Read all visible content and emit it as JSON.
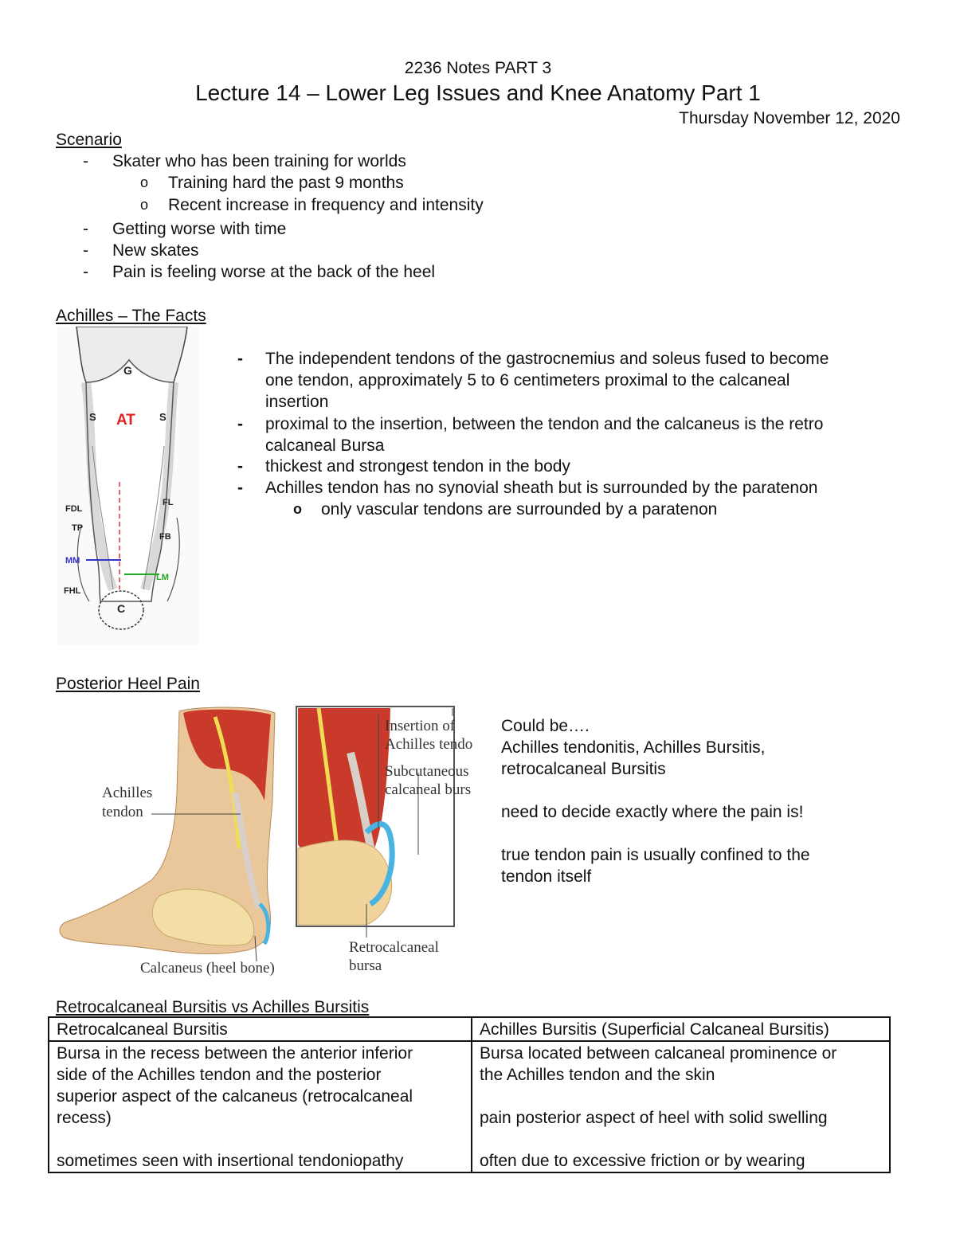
{
  "header": {
    "course": "2236 Notes PART 3",
    "title": "Lecture 14 – Lower Leg Issues and Knee Anatomy Part 1",
    "date": "Thursday November 12, 2020"
  },
  "scenario": {
    "heading": "Scenario",
    "items": [
      "Skater who has been training for worlds",
      "Training hard the past 9 months",
      "Recent increase in frequency and intensity",
      "Getting worse with time",
      "New skates",
      "Pain is feeling worse at the back of the heel"
    ]
  },
  "achilles": {
    "heading": "Achilles – The Facts",
    "diagram_labels": {
      "g": "G",
      "at": "AT",
      "s_left": "S",
      "s_right": "S",
      "fdl": "FDL",
      "tp": "TP",
      "mm": "MM",
      "fhl": "FHL",
      "fl": "FL",
      "fb": "FB",
      "lm": "LM",
      "c": "C"
    },
    "facts": [
      [
        "The independent tendons of the gastrocnemius and soleus fused to become",
        "one tendon, approximately 5 to 6 centimeters proximal to the calcaneal",
        "insertion"
      ],
      [
        "proximal to the insertion, between the tendon and the calcaneus is the retro",
        "calcaneal Bursa"
      ],
      [
        "thickest and strongest tendon in the body"
      ],
      [
        "Achilles tendon has no synovial sheath but is surrounded by the paratenon"
      ]
    ],
    "subfact": "only vascular tendons are surrounded by a paratenon"
  },
  "heel_pain": {
    "heading": "Posterior Heel Pain",
    "figure_labels": {
      "achilles_tendon_1": "Achilles",
      "achilles_tendon_2": "tendon",
      "calcaneus": "Calcaneus (heel bone)",
      "insertion_1": "Insertion of",
      "insertion_2": "Achilles tendo",
      "subcutaneous_1": "Subcutaneous",
      "subcutaneous_2": "calcaneal burs",
      "retro_1": "Retrocalcaneal",
      "retro_2": "bursa"
    },
    "notes": [
      "Could be….",
      "Achilles tendonitis, Achilles Bursitis,",
      "retrocalcaneal Bursitis",
      "need to decide exactly where the pain is!",
      "true tendon pain is usually confined to the",
      "tendon itself"
    ]
  },
  "comparison": {
    "heading": "Retrocalcaneal Bursitis vs Achilles Bursitis",
    "columns": [
      "Retrocalcaneal Bursitis",
      "Achilles Bursitis (Superficial Calcaneal Bursitis)"
    ],
    "left": {
      "p1": [
        "Bursa in the recess between the anterior inferior",
        "side of the Achilles tendon and the posterior",
        "superior aspect of the calcaneus (retrocalcaneal",
        "recess)"
      ],
      "p2": "sometimes seen with insertional tendoniopathy"
    },
    "right": {
      "p1": [
        "Bursa located between calcaneal prominence or",
        "the Achilles tendon and the skin"
      ],
      "p2": "pain posterior aspect of heel with solid swelling",
      "p3": "often due to excessive friction or by wearing"
    }
  }
}
